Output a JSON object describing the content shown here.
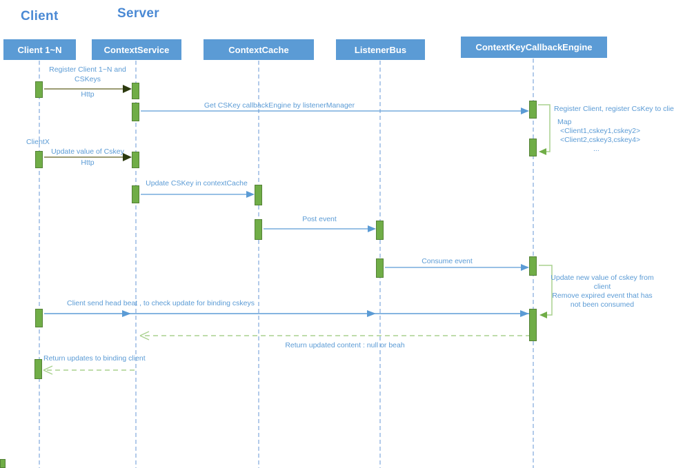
{
  "diagram": {
    "group_titles": {
      "client": "Client",
      "server": "Server"
    },
    "actors": [
      {
        "id": "client",
        "label": "Client 1~N"
      },
      {
        "id": "context-service",
        "label": "ContextService"
      },
      {
        "id": "context-cache",
        "label": "ContextCache"
      },
      {
        "id": "listener-bus",
        "label": "ListenerBus"
      },
      {
        "id": "callback-engine",
        "label": "ContextKeyCallbackEngine"
      }
    ],
    "labels": {
      "register_line1": "Register Client 1~N and",
      "register_line2": "CSKeys",
      "register_protocol": "Http",
      "get_cskey": "Get CSKey callbackEngine by listenerManager",
      "clientx": "ClientX",
      "update_value": "Update value of Cskey",
      "update_protocol": "Http",
      "update_cache": "Update CSKey in contextCache",
      "post_event": "Post event",
      "consume_event": "Consume event",
      "heartbeat": "Client send head beat , to check update for binding cskeys",
      "return_content": "Return updated content : null or beah",
      "return_updates": "Return updates to binding client"
    },
    "notes": {
      "register_map": [
        "Register Client, register CsKey to client",
        "Map",
        "<Client1,cskey1,cskey2>",
        "<Client2,cskey3,cskey4>",
        "..."
      ],
      "update_remove": [
        "Update new value of cskey from",
        "client",
        "Remove expired event that has",
        "not been consumed"
      ]
    },
    "colors": {
      "actor_fill": "#5b9bd5",
      "text_blue": "#5b9bd5",
      "title_blue": "#4a89d4",
      "activation_fill": "#70ad47",
      "activation_border": "#538135",
      "note_bracket_green": "#a9d18e",
      "bracket_arrowhead_green": "#70ad47",
      "olive_arrow_line": "#9a9a72",
      "olive_arrow_head": "#2c3a0e",
      "lifeline_blue": "#7fa8dc"
    }
  }
}
